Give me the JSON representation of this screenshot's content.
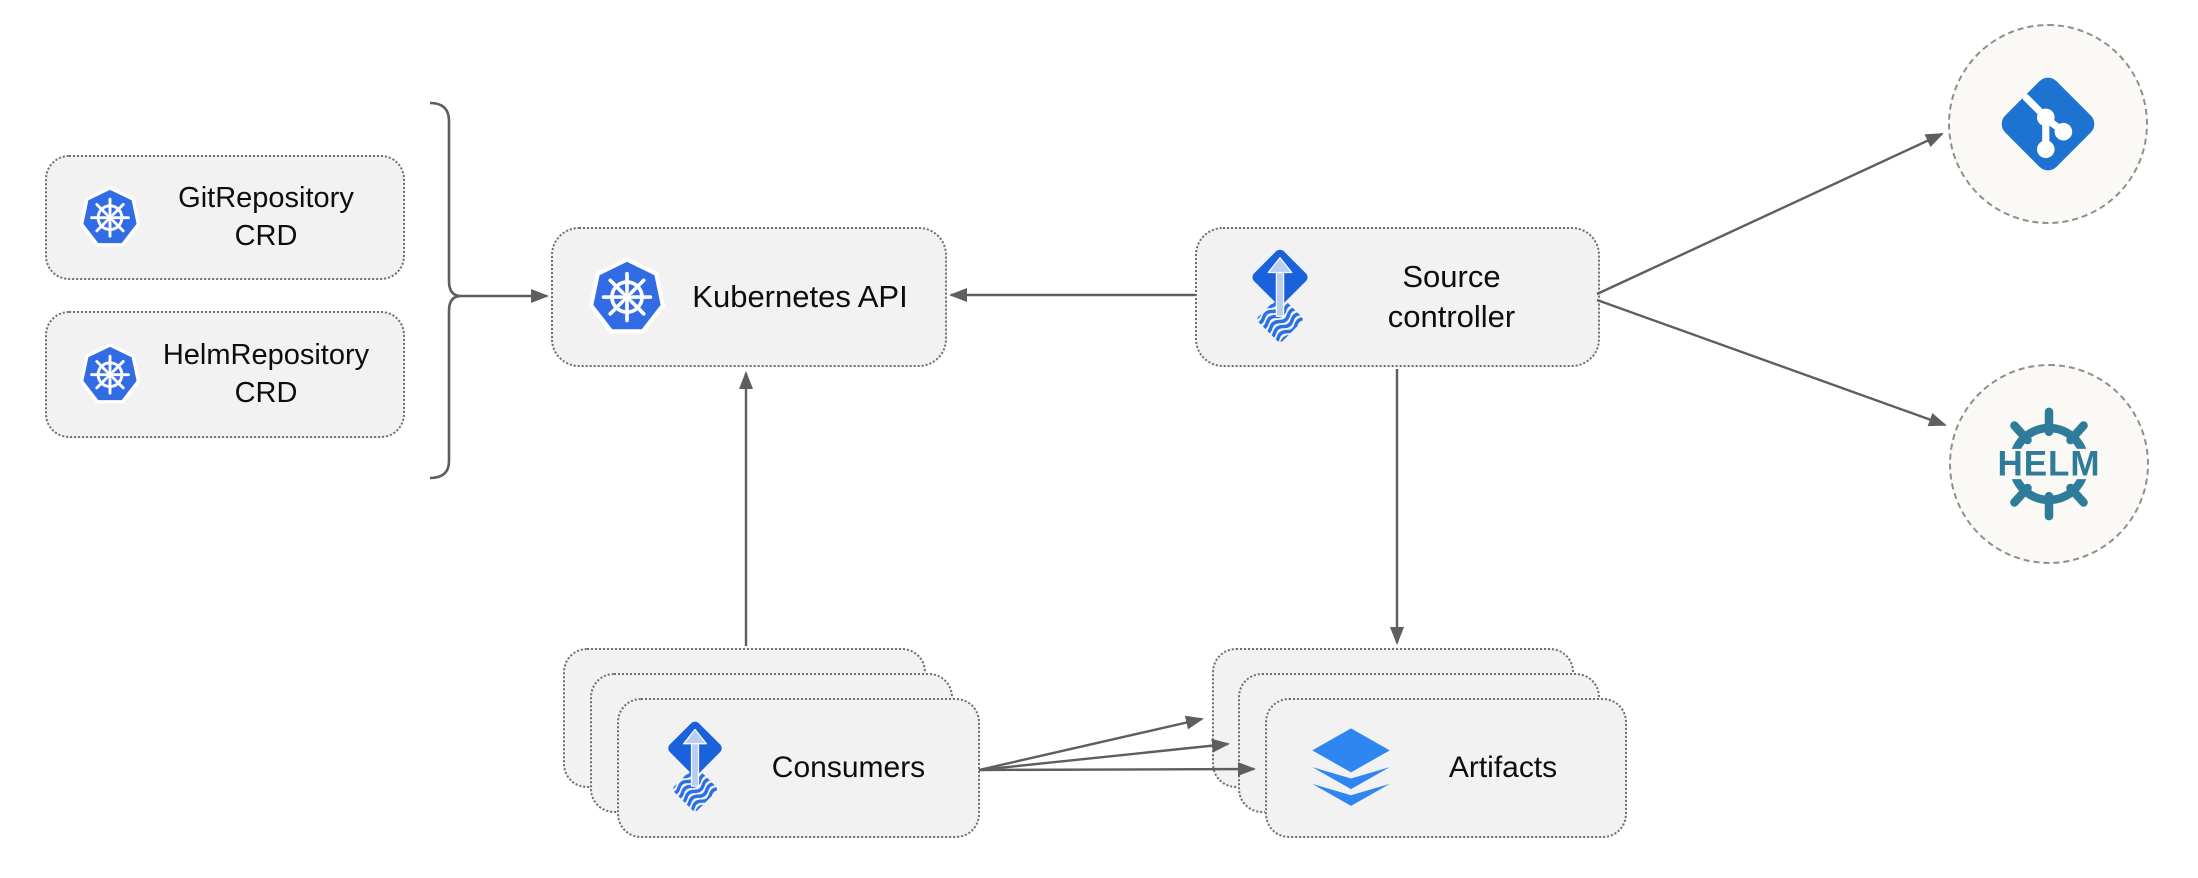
{
  "nodes": {
    "git_repository_crd": {
      "label": "GitRepository\nCRD"
    },
    "helm_repository_crd": {
      "label": "HelmRepository\nCRD"
    },
    "kubernetes_api": {
      "label": "Kubernetes API"
    },
    "source_controller": {
      "label": "Source\ncontroller"
    },
    "consumers": {
      "label": "Consumers"
    },
    "artifacts": {
      "label": "Artifacts"
    },
    "helm_remote": {
      "logo_text": "HELM"
    }
  },
  "icons": {
    "kubernetes": "kubernetes-wheel-icon",
    "flux": "flux-source-icon",
    "git": "git-branch-icon",
    "helm": "helm-wheel-icon",
    "layers": "layers-icon"
  },
  "colors": {
    "kubernetes_blue": "#326CE5",
    "flux_blue": "#1A62DC",
    "flux_arrow_light": "#B9CCF1",
    "flux_wave_blue": "#2A6FE4",
    "git_blue": "#1E73D1",
    "helm_teal": "#2E7C99",
    "layers_blue": "#2F86F0",
    "box_fill": "#F2F2F2",
    "circle_fill": "#FAF9F5",
    "edge_gray": "#5E5E5E"
  }
}
